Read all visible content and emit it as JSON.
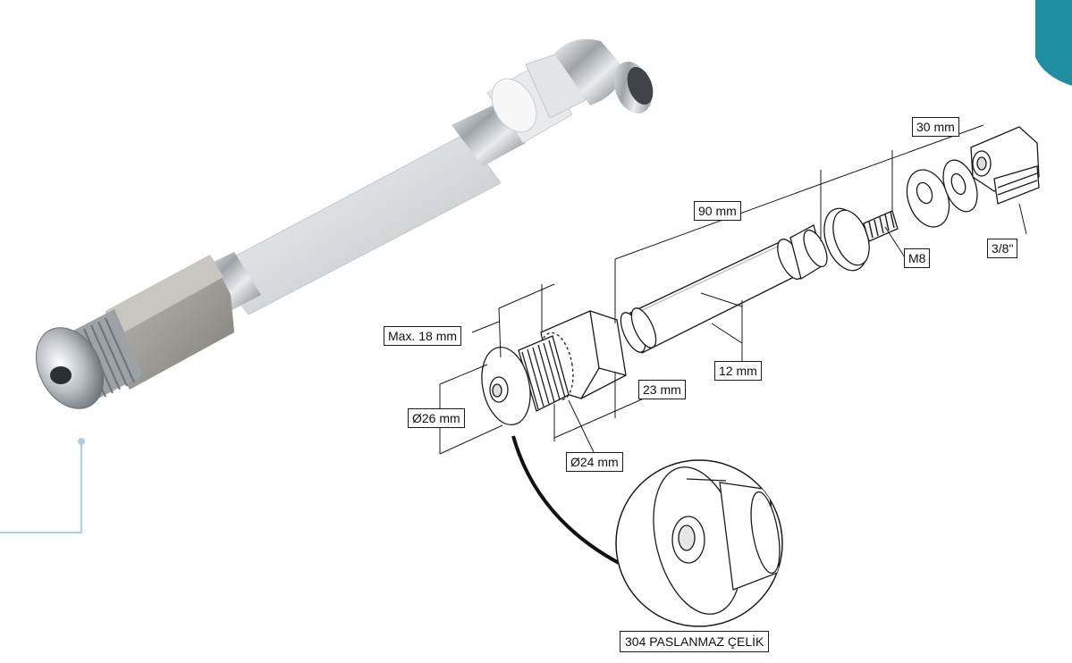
{
  "dimensions": {
    "length_90": "90 mm",
    "length_30": "30 mm",
    "thread_m8": "M8",
    "thread_3_8": "3/8\"",
    "max_18": "Max. 18 mm",
    "dia_26": "Ø26 mm",
    "dia_24": "Ø24 mm",
    "len_23": "23 mm",
    "dia_12": "12 mm"
  },
  "detail": {
    "material_label": "304 PASLANMAZ ÇELİK"
  },
  "colors": {
    "accent_teal": "#1e8ea1",
    "callout_line": "#a9d3da",
    "chrome": "#b7bcc2",
    "pipe_grey": "#d9dcdf",
    "nut_grey": "#9a9a96"
  }
}
